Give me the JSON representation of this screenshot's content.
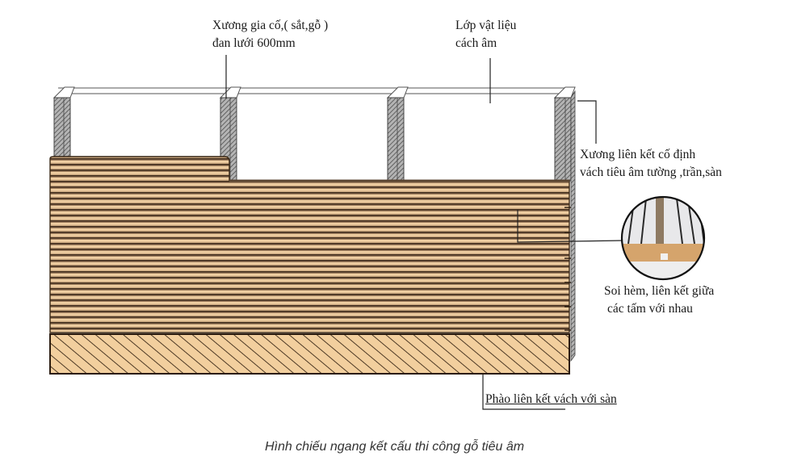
{
  "diagram": {
    "labels": {
      "reinforcement_frame": {
        "line1": "Xương gia cố,( sắt,gỗ )",
        "line2": "đan lưới 600mm"
      },
      "insulation_layer": {
        "line1": "Lớp vật liệu",
        "line2": "cách âm"
      },
      "fixing_frame": {
        "line1": "Xương liên kết cố định",
        "line2": "vách tiêu âm tường ,trần,sàn"
      },
      "tongue_groove": {
        "line1": "Soi hèm, liên kết giữa",
        "line2": "các tấm với nhau"
      },
      "skirting": {
        "text": "Phào liên kết vách với sàn"
      }
    },
    "colors": {
      "wood_light": "#f0cfa2",
      "wood_dark": "#4a3322",
      "stud_gray": "#8c8c8c",
      "outline": "#222222"
    }
  },
  "caption": "Hình chiếu ngang kết cấu thi công gỗ tiêu âm"
}
